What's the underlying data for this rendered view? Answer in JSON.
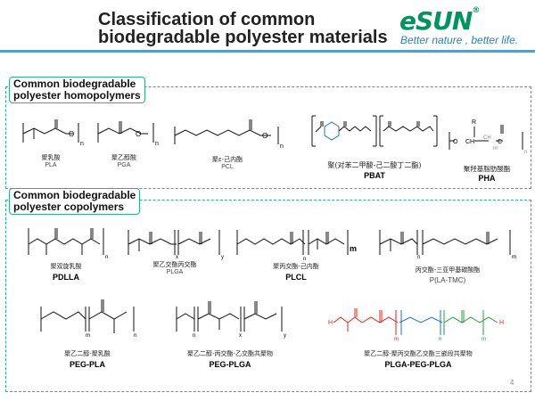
{
  "header": {
    "title_line1": "Classification of common",
    "title_line2": "biodegradable polyester materials",
    "logo_text": "eSUN",
    "logo_mark": "®",
    "tagline": "Better nature , better life."
  },
  "sections": {
    "homopolymers_line1": "Common biodegradable",
    "homopolymers_line2": "polyester homopolymers",
    "copolymers_line1": "Common biodegradable",
    "copolymers_line2": "polyester copolymers"
  },
  "homopolymers": [
    {
      "cn": "聚乳酸",
      "en": "PLA"
    },
    {
      "cn": "聚乙醇酸",
      "en": "PGA"
    },
    {
      "cn": "聚ε-己内酯",
      "en": "PCL"
    },
    {
      "cn": "聚(对苯二甲酸-己二酸丁二酯)",
      "en": "PBAT"
    },
    {
      "cn": "聚羟基脂肪酸酯",
      "en": "PHA"
    }
  ],
  "copolymers": [
    {
      "cn": "聚双旋乳酸",
      "en": "PDLLA"
    },
    {
      "cn": "聚乙交酯丙交酯",
      "en": "PLGA"
    },
    {
      "cn": "聚丙交酯-己内酯",
      "en": "PLCL"
    },
    {
      "cn": "丙交酯-三亚甲基碳酸酯",
      "en": "P(LA-TMC)"
    },
    {
      "cn": "聚乙二醇-聚乳酸",
      "en": "PEG-PLA"
    },
    {
      "cn": "聚乙二醇-丙交酯-乙交酯共聚物",
      "en": "PEG-PLGA"
    },
    {
      "cn": "聚乙二醇-聚丙交酯乙交酯三嵌段共聚物",
      "en": "PLGA-PEG-PLGA"
    }
  ],
  "structure_labels": {
    "n": "n",
    "m": "m",
    "x": "x",
    "y": "y",
    "o": "O",
    "r": "R",
    "ch": "CH",
    "ch2": "CH",
    "cl": "C",
    "h": "H"
  },
  "page_number": "4",
  "colors": {
    "accent": "#2bb08a",
    "brand": "#00955c",
    "rule": "#5b9bd5",
    "red": "#e2231a",
    "blue": "#1f6fd1",
    "green": "#2a9d3a"
  }
}
